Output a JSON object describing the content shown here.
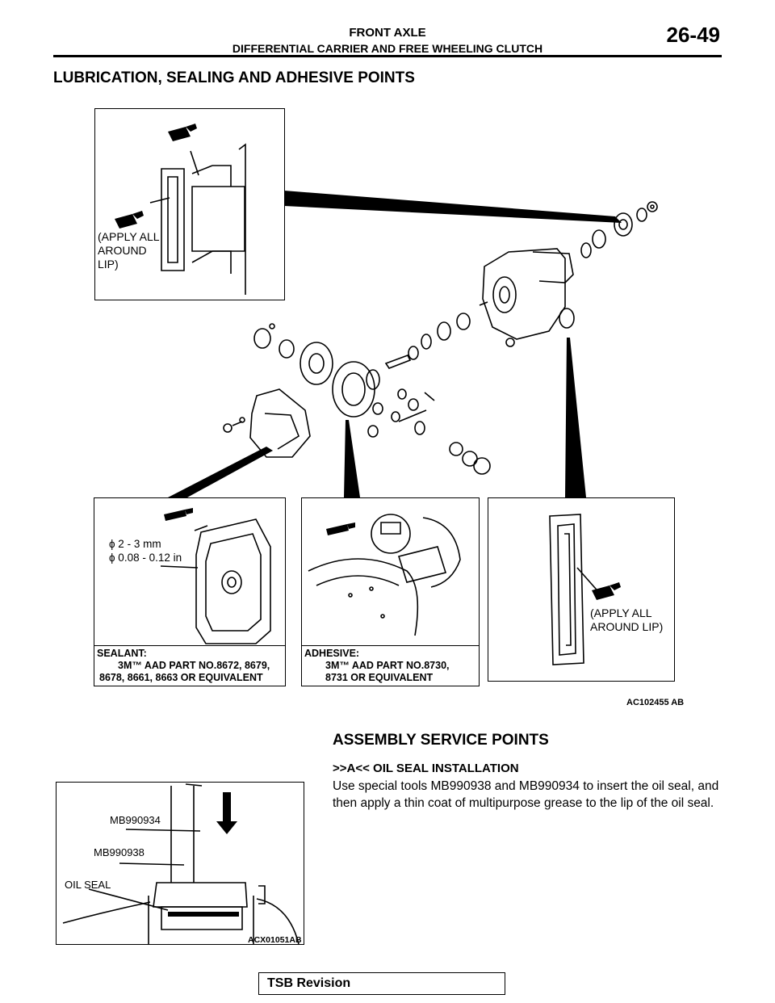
{
  "header": {
    "section": "FRONT AXLE",
    "subsection": "DIFFERENTIAL CARRIER AND FREE WHEELING CLUTCH",
    "page_number": "26-49"
  },
  "lubrication": {
    "title": "LUBRICATION, SEALING AND ADHESIVE POINTS",
    "top_panel_label": [
      "(APPLY ALL",
      "AROUND",
      "LIP)"
    ],
    "sealant_dims": [
      "ϕ 2 - 3 mm",
      "ϕ 0.08 - 0.12 in"
    ],
    "sealant_note": {
      "heading": "SEALANT:",
      "line1": "3M™ AAD PART NO.8672, 8679,",
      "line2": "8678, 8661, 8663 OR EQUIVALENT"
    },
    "adhesive_note": {
      "heading": "ADHESIVE:",
      "line1": "3M™ AAD PART NO.8730,",
      "line2": "8731 OR EQUIVALENT"
    },
    "right_panel_label": [
      "(APPLY ALL",
      "AROUND LIP)"
    ],
    "figure_code": "AC102455 AB"
  },
  "assembly": {
    "title": "ASSEMBLY SERVICE POINTS",
    "subtitle": ">>A<< OIL SEAL INSTALLATION",
    "body": "Use special tools MB990938 and MB990934 to insert the oil seal, and then apply a thin coat of multipurpose grease to the lip of the oil seal.",
    "figure_labels": [
      "MB990934",
      "MB990938",
      "OIL SEAL"
    ],
    "figure_code": "ACX01051AB"
  },
  "footer": {
    "revision": "TSB Revision"
  }
}
